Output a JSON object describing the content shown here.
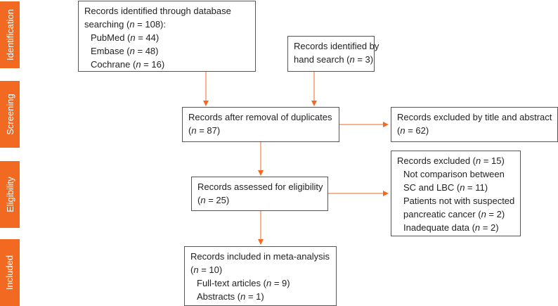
{
  "stages": {
    "identification": "Identification",
    "screening": "Screening",
    "eligibility": "Eligibility",
    "included": "Included"
  },
  "boxes": {
    "database": {
      "line1": "Records identified through database",
      "line2_pre": "searching (",
      "line2_n": "n",
      "line2_post": " = 108):",
      "sources": [
        {
          "pre": "PubMed (",
          "n": "n",
          "post": " = 44)"
        },
        {
          "pre": "Embase (",
          "n": "n",
          "post": " = 48)"
        },
        {
          "pre": "Cochrane (",
          "n": "n",
          "post": " = 16)"
        }
      ]
    },
    "hand_search": {
      "line1": "Records identified by",
      "line2_pre": "hand search (",
      "line2_n": "n",
      "line2_post": " = 3)"
    },
    "after_duplicates": {
      "line1": "Records after removal of duplicates",
      "line2_pre": "(",
      "line2_n": "n",
      "line2_post": " = 87)"
    },
    "excluded_title": {
      "line1": "Records excluded by title and abstract",
      "line2_pre": "(",
      "line2_n": "n",
      "line2_post": " = 62)"
    },
    "assessed": {
      "line1": "Records assessed for eligibility",
      "line2_pre": "(",
      "line2_n": "n",
      "line2_post": " = 25)"
    },
    "excluded_reasons": {
      "line1_pre": "Records excluded (",
      "line1_n": "n",
      "line1_post": " = 15)",
      "reasons": [
        {
          "a": "Not comparison between",
          "b_pre": "SC and LBC (",
          "n": "n",
          "b_post": " = 11)"
        },
        {
          "a": "Patients not with suspected",
          "b_pre": "pancreatic cancer (",
          "n": "n",
          "b_post": " = 2)"
        }
      ],
      "last_pre": "Inadequate data (",
      "last_n": "n",
      "last_post": " = 2)"
    },
    "included": {
      "line1": "Records included in meta-analysis",
      "line2_pre": "(",
      "line2_n": "n",
      "line2_post": " = 10)",
      "items": [
        {
          "pre": "Full-text articles (",
          "n": "n",
          "post": " = 9)"
        },
        {
          "pre": "Abstracts (",
          "n": "n",
          "post": " = 1)"
        }
      ]
    }
  },
  "colors": {
    "stage_tab": "#f26a21",
    "arrow": "#f26a21",
    "box_border": "#555555"
  }
}
